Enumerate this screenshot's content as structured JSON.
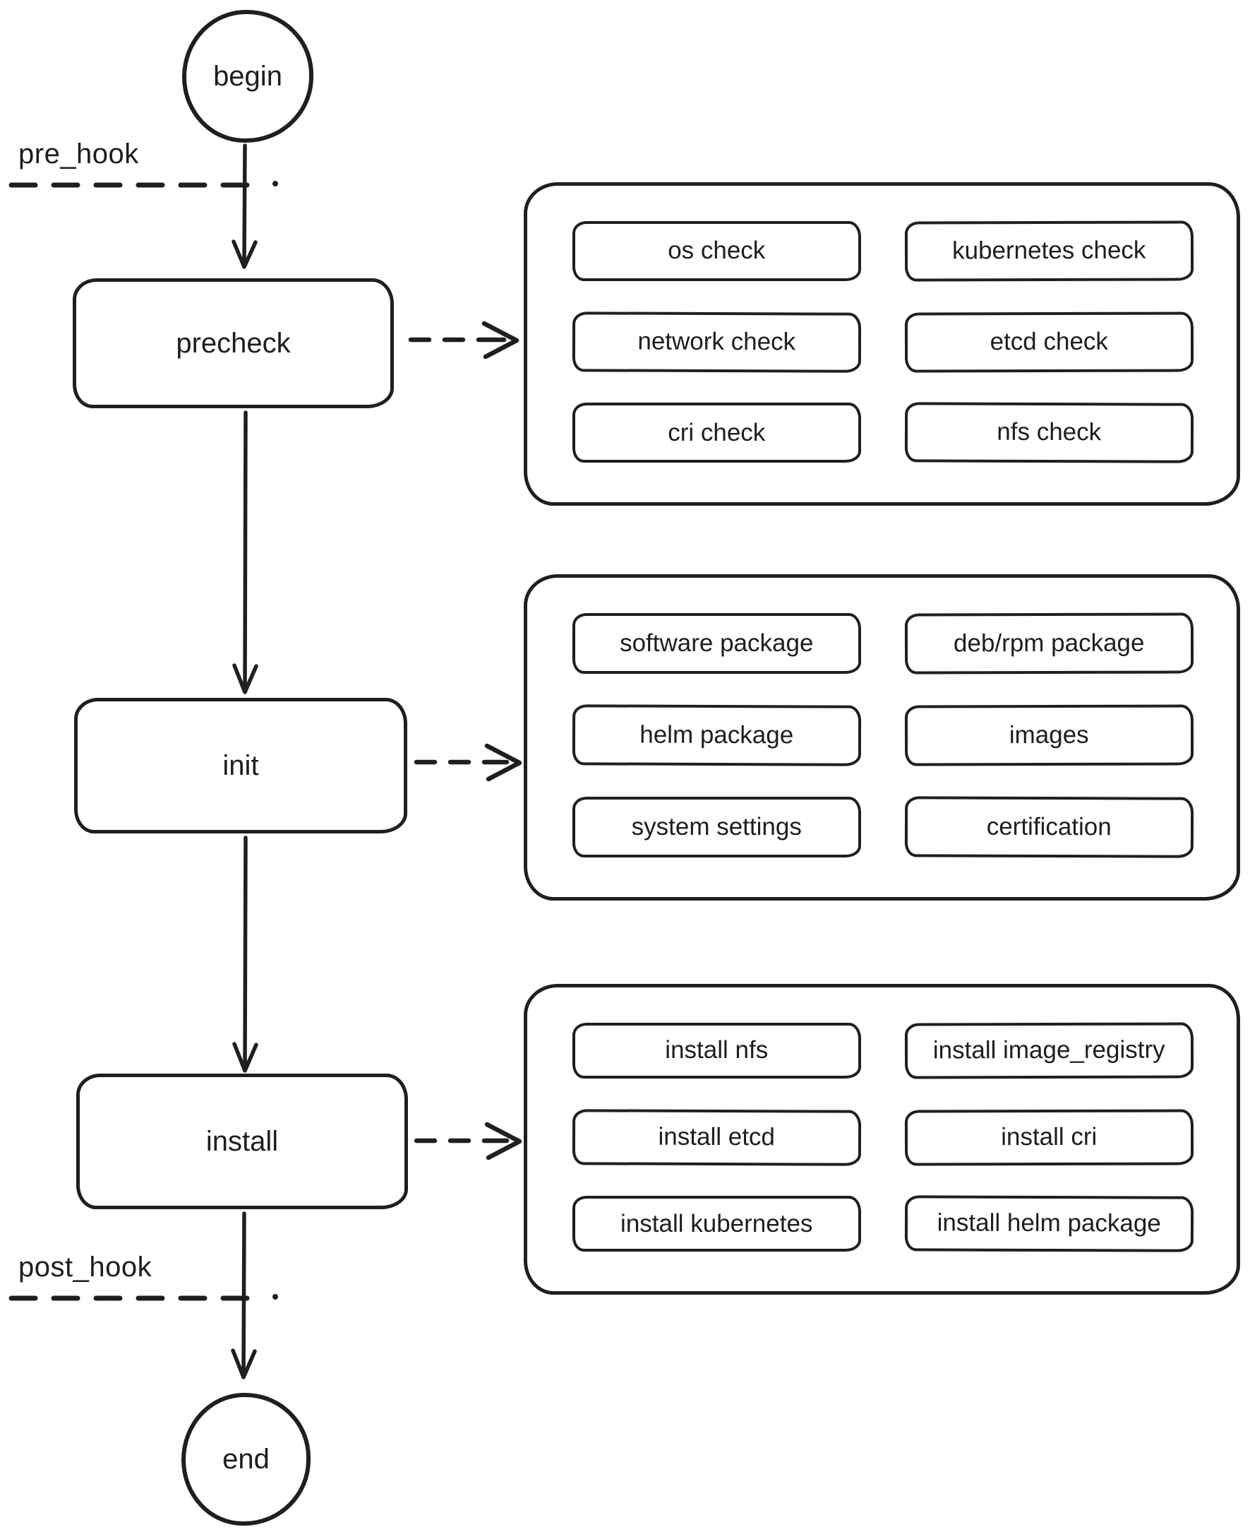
{
  "flow": {
    "begin_label": "begin",
    "end_label": "end",
    "pre_hook_label": "pre_hook",
    "post_hook_label": "post_hook",
    "stages": [
      {
        "label": "precheck",
        "tasks": [
          "os check",
          "kubernetes check",
          "network check",
          "etcd check",
          "cri check",
          "nfs check"
        ]
      },
      {
        "label": "init",
        "tasks": [
          "software package",
          "deb/rpm package",
          "helm package",
          "images",
          "system settings",
          "certification"
        ]
      },
      {
        "label": "install",
        "tasks": [
          "install nfs",
          "install image_registry",
          "install etcd",
          "install cri",
          "install kubernetes",
          "install helm package"
        ]
      }
    ]
  },
  "colors": {
    "stroke": "#1f1f1f",
    "background": "#ffffff"
  }
}
